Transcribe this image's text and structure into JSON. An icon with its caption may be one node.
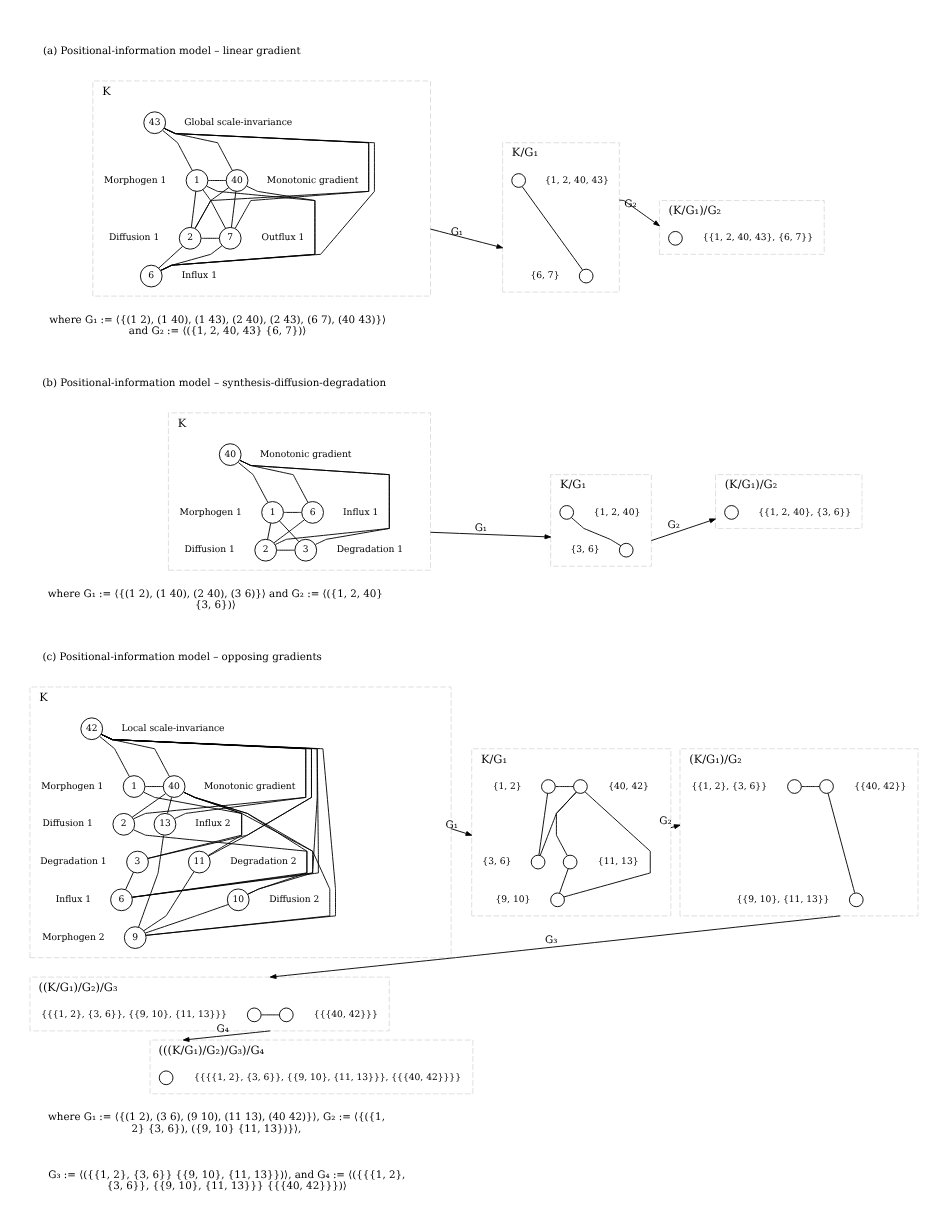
{
  "diagram": {
    "nodes": [
      {
        "text": [
          "K"
        ]
      },
      {
        "text": [
          "43"
        ],
        "in": 0,
        "beside": [
          "Global scale-invariance"
        ]
      },
      {
        "text": [
          "1"
        ],
        "in": 0,
        "beside": [
          "Morphogen 1"
        ]
      },
      {
        "text": [
          "40"
        ],
        "in": 0,
        "beside": [
          "Monotonic gradient"
        ]
      },
      {
        "text": [
          "2"
        ],
        "in": 0,
        "beside": [
          "Diffusion 1"
        ]
      },
      {
        "text": [
          "7"
        ],
        "in": 0,
        "beside": [
          "Outflux 1"
        ]
      },
      {
        "text": [
          "6"
        ],
        "in": 0,
        "beside": [
          "Influx 1"
        ]
      },
      {
        "text": [
          "K/G₁"
        ]
      },
      {
        "text": [],
        "shape": "circle",
        "in": 7,
        "beside": [
          "{1, 2, 40, 43}"
        ]
      },
      {
        "text": [],
        "shape": "circle",
        "in": 7,
        "beside": [
          "{6, 7}"
        ]
      },
      {
        "text": [
          "(K/G₁)/G₂"
        ]
      },
      {
        "text": [],
        "shape": "circle",
        "in": 10,
        "beside": [
          "{{1, 2, 40, 43}, {6, 7}}"
        ]
      },
      {
        "text": [
          "K"
        ]
      },
      {
        "text": [
          "40"
        ],
        "in": 12,
        "beside": [
          "Monotonic gradient"
        ]
      },
      {
        "text": [
          "1"
        ],
        "in": 12,
        "beside": [
          "Morphogen 1"
        ]
      },
      {
        "text": [
          "6"
        ],
        "in": 12,
        "beside": [
          "Influx 1"
        ]
      },
      {
        "text": [
          "2"
        ],
        "in": 12,
        "beside": [
          "Diffusion 1"
        ]
      },
      {
        "text": [
          "3"
        ],
        "in": 12,
        "beside": [
          "Degradation 1"
        ]
      },
      {
        "text": [
          "K/G₁"
        ]
      },
      {
        "text": [],
        "shape": "circle",
        "in": 18,
        "beside": [
          "{1, 2, 40}"
        ]
      },
      {
        "text": [],
        "shape": "circle",
        "in": 18,
        "beside": [
          "{3, 6}"
        ]
      },
      {
        "text": [
          "(K/G₁)/G₂"
        ]
      },
      {
        "text": [],
        "shape": "circle",
        "in": 21,
        "beside": [
          "{{1, 2, 40}, {3, 6}}"
        ]
      },
      {
        "text": [
          "K"
        ]
      },
      {
        "text": [
          "42"
        ],
        "in": 23,
        "beside": [
          "Local scale-invariance"
        ]
      },
      {
        "text": [
          "1"
        ],
        "in": 23,
        "beside": [
          "Morphogen 1"
        ]
      },
      {
        "text": [
          "40"
        ],
        "in": 23,
        "beside": [
          "Monotonic gradient"
        ]
      },
      {
        "text": [
          "2"
        ],
        "in": 23,
        "beside": [
          "Diffusion 1"
        ]
      },
      {
        "text": [
          "13"
        ],
        "in": 23,
        "beside": [
          "Influx 2"
        ]
      },
      {
        "text": [
          "3"
        ],
        "in": 23,
        "beside": [
          "Degradation 1"
        ]
      },
      {
        "text": [
          "11"
        ],
        "in": 23,
        "beside": [
          "Degradation 2"
        ]
      },
      {
        "text": [
          "6"
        ],
        "in": 23,
        "beside": [
          "Influx 1"
        ]
      },
      {
        "text": [
          "10"
        ],
        "in": 23,
        "beside": [
          "Diffusion 2"
        ]
      },
      {
        "text": [
          "9"
        ],
        "in": 23,
        "beside": [
          "Morphogen 2"
        ]
      },
      {
        "text": [
          "K/G₁"
        ]
      },
      {
        "text": [],
        "shape": "circle",
        "in": 34,
        "beside": [
          "{1, 2}"
        ]
      },
      {
        "text": [],
        "shape": "circle",
        "in": 34,
        "beside": [
          "{40, 42}"
        ]
      },
      {
        "text": [],
        "shape": "circle",
        "in": 34,
        "beside": [
          "{3, 6}"
        ]
      },
      {
        "text": [],
        "shape": "circle",
        "in": 34,
        "beside": [
          "{11, 13}"
        ]
      },
      {
        "text": [],
        "shape": "circle",
        "in": 34,
        "beside": [
          "{9, 10}"
        ]
      },
      {
        "text": [
          "(K/G₁)/G₂"
        ]
      },
      {
        "text": [],
        "shape": "circle",
        "in": 40,
        "beside": [
          "{{1, 2}, {3, 6}}"
        ]
      },
      {
        "text": [],
        "shape": "circle",
        "in": 40,
        "beside": [
          "{{40, 42}}"
        ]
      },
      {
        "text": [],
        "shape": "circle",
        "in": 40,
        "beside": [
          "{{9, 10}, {11, 13}}"
        ]
      },
      {
        "text": [
          "((K/G₁)/G₂)/G₃"
        ]
      },
      {
        "text": [],
        "shape": "circle",
        "in": 44,
        "beside": [
          "{{{1, 2}, {3, 6}}, {{9, 10}, {11, 13}}}"
        ]
      },
      {
        "text": [],
        "shape": "circle",
        "in": 44,
        "beside": [
          "{{{40, 42}}}"
        ]
      },
      {
        "text": [
          "(((K/G₁)/G₂)/G₃)/G₄"
        ]
      },
      {
        "text": [],
        "shape": "circle",
        "in": 47,
        "beside": [
          "{{{{1, 2}, {3, 6}}, {{9, 10}, {11, 13}}}, {{{40, 42}}}}"
        ]
      }
    ],
    "edges": [
      {
        "from": 2,
        "to": 1,
        "arrow": "none"
      },
      {
        "from": 2,
        "to": 3,
        "arrow": "none"
      },
      {
        "from": 2,
        "to": 4,
        "arrow": "none"
      },
      {
        "from": 2,
        "to": 5,
        "arrow": "none"
      },
      {
        "from": 2,
        "to": 6,
        "arrow": "none"
      },
      {
        "from": 4,
        "to": 1,
        "arrow": "none"
      },
      {
        "from": 4,
        "to": 3,
        "arrow": "none"
      },
      {
        "from": 4,
        "to": 5,
        "arrow": "none"
      },
      {
        "from": 4,
        "to": 6,
        "arrow": "none"
      },
      {
        "from": 1,
        "to": 3,
        "arrow": "none"
      },
      {
        "from": 1,
        "to": 5,
        "arrow": "none"
      },
      {
        "from": 1,
        "to": 6,
        "arrow": "none"
      },
      {
        "from": 6,
        "to": 3,
        "arrow": "none"
      },
      {
        "from": 6,
        "to": 5,
        "arrow": "none"
      },
      {
        "from": 3,
        "to": 5,
        "arrow": "none"
      },
      {
        "from": 8,
        "to": 9,
        "arrow": "none"
      },
      {
        "from": 0,
        "to": 7,
        "arrow": "to",
        "label": "G₁"
      },
      {
        "from": 7,
        "to": 10,
        "arrow": "to",
        "label": "G₂"
      },
      {
        "from": 14,
        "to": 13,
        "arrow": "none"
      },
      {
        "from": 13,
        "to": 15,
        "arrow": "none"
      },
      {
        "from": 14,
        "to": 15,
        "arrow": "none"
      },
      {
        "from": 14,
        "to": 16,
        "arrow": "none"
      },
      {
        "from": 16,
        "to": 17,
        "arrow": "none"
      },
      {
        "from": 16,
        "to": 13,
        "arrow": "none"
      },
      {
        "from": 13,
        "to": 17,
        "arrow": "none"
      },
      {
        "from": 14,
        "to": 17,
        "arrow": "none"
      },
      {
        "from": 16,
        "to": 15,
        "arrow": "none"
      },
      {
        "from": 19,
        "to": 20,
        "arrow": "none"
      },
      {
        "from": 12,
        "to": 18,
        "arrow": "to",
        "label": "G₁"
      },
      {
        "from": 18,
        "to": 21,
        "arrow": "to",
        "label": "G₂"
      },
      {
        "from": 25,
        "to": 24,
        "arrow": "none"
      },
      {
        "from": 24,
        "to": 26,
        "arrow": "none"
      },
      {
        "from": 25,
        "to": 26,
        "arrow": "none"
      },
      {
        "from": 25,
        "to": 31,
        "arrow": "none"
      },
      {
        "from": 27,
        "to": 31,
        "arrow": "none"
      },
      {
        "from": 29,
        "to": 31,
        "arrow": "none"
      },
      {
        "from": 27,
        "to": 24,
        "arrow": "none"
      },
      {
        "from": 29,
        "to": 24,
        "arrow": "none"
      },
      {
        "from": 31,
        "to": 24,
        "arrow": "none"
      },
      {
        "from": 27,
        "to": 26,
        "arrow": "none"
      },
      {
        "from": 29,
        "to": 26,
        "arrow": "none"
      },
      {
        "from": 24,
        "to": 33,
        "arrow": "none"
      },
      {
        "from": 24,
        "to": 32,
        "arrow": "none"
      },
      {
        "from": 24,
        "to": 28,
        "arrow": "none"
      },
      {
        "from": 24,
        "to": 30,
        "arrow": "none"
      },
      {
        "from": 26,
        "to": 28,
        "arrow": "none"
      },
      {
        "from": 26,
        "to": 30,
        "arrow": "none"
      },
      {
        "from": 26,
        "to": 32,
        "arrow": "none"
      },
      {
        "from": 33,
        "to": 26,
        "arrow": "none"
      },
      {
        "from": 33,
        "to": 32,
        "arrow": "none"
      },
      {
        "from": 33,
        "to": 30,
        "arrow": "none"
      },
      {
        "from": 33,
        "to": 28,
        "arrow": "none"
      },
      {
        "from": 35,
        "to": 36,
        "arrow": "none"
      },
      {
        "from": 35,
        "to": 37,
        "arrow": "none"
      },
      {
        "from": 37,
        "to": 36,
        "arrow": "none"
      },
      {
        "from": 39,
        "to": 36,
        "arrow": "none"
      },
      {
        "from": 36,
        "to": 38,
        "arrow": "none"
      },
      {
        "from": 39,
        "to": 38,
        "arrow": "none"
      },
      {
        "from": 41,
        "to": 42,
        "arrow": "none"
      },
      {
        "from": 42,
        "to": 43,
        "arrow": "none"
      },
      {
        "from": 45,
        "to": 46,
        "arrow": "none"
      },
      {
        "from": 23,
        "to": 34,
        "arrow": "to",
        "label": "G₁"
      },
      {
        "from": 34,
        "to": 40,
        "arrow": "to",
        "label": "G₂"
      },
      {
        "from": 40,
        "to": 44,
        "arrow": "to",
        "label": "G₃"
      },
      {
        "from": 44,
        "to": 47,
        "arrow": "to",
        "label": "G₄"
      }
    ],
    "labels": [
      "(a) Positional-information model – linear gradient",
      "where G₁ := ⟨{(1 2), (1 40), (1 43), (2 40), (2 43), (6 7), (40 43)}⟩ and G₂ := ⟨({1, 2, 40, 43} {6, 7})⟩",
      "(b) Positional-information model – synthesis-diffusion-degradation",
      "where G₁ := ⟨{(1 2), (1 40), (2 40), (3 6)}⟩ and G₂ := ⟨({1, 2, 40} {3, 6})⟩",
      "(c) Positional-information model – opposing gradients",
      "where G₁ := ⟨{(1 2), (3 6), (9 10), (11 13), (40 42)}⟩, G₂ := ⟨{({1, 2} {3, 6}), ({9, 10} {11, 13})}⟩,",
      "G₃ := ⟨({{1, 2}, {3, 6}} {{9, 10}, {11, 13}})⟩, and G₄ := ⟨({{{1, 2}, {3, 6}}, {{9, 10}, {11, 13}}} {{{40, 42}}})⟩"
    ]
  }
}
